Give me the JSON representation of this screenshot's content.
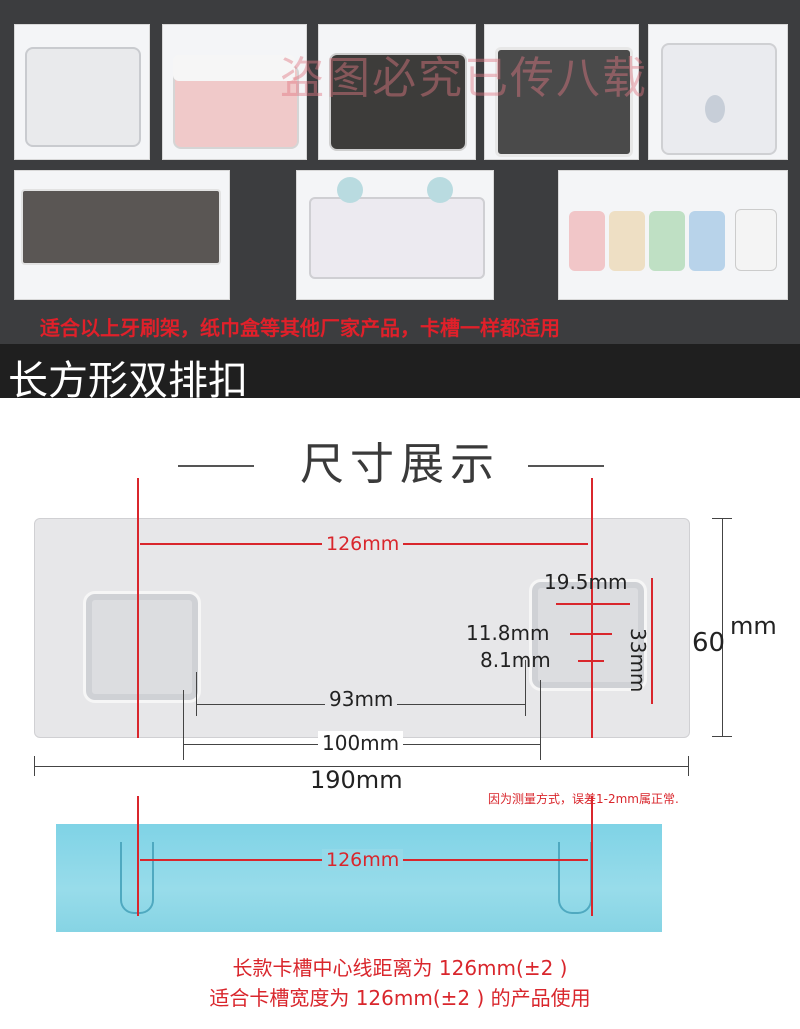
{
  "watermark": "盗图必究已传八载",
  "compat_text": "适合以上牙刷架，纸巾盒等其他厂家产品，卡槽一样都适用",
  "section_title": "长方形双排扣",
  "heading": "尺寸展示",
  "dims": {
    "center_distance": "126mm",
    "d195": "19.5mm",
    "d118": "11.8mm",
    "d81": "8.1mm",
    "d33": "33mm",
    "d93": "93mm",
    "d100": "100mm",
    "d190": "190mm",
    "height_num": "60",
    "height_unit": "mm",
    "strip_distance": "126mm"
  },
  "note": "因为测量方式，误差1-2mm属正常.",
  "footer_line1": "长款卡槽中心线距离为 126mm(±2 )",
  "footer_line2": "适合卡槽宽度为 126mm(±2 ) 的产品使用",
  "colors": {
    "accent_red": "#d9262c",
    "dark_bg": "#3c3d3f",
    "strip_blue": "#8fd7e7"
  }
}
